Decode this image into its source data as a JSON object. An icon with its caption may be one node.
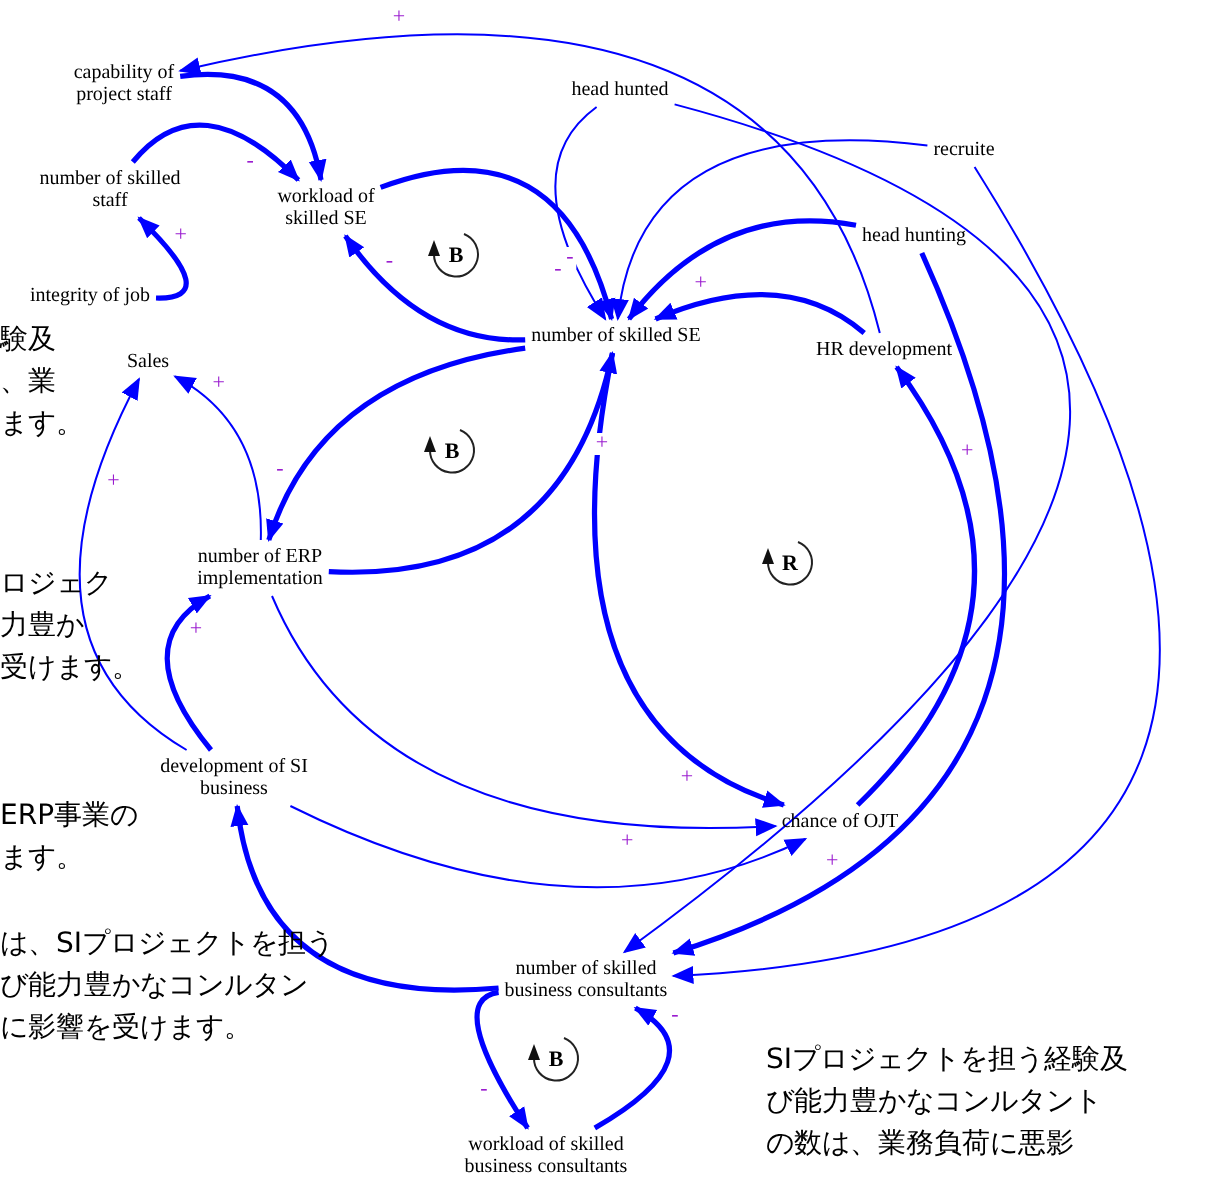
{
  "diagram": {
    "nodes": [
      {
        "text": [
          "capability of project staff"
        ]
      },
      {
        "text": [
          "number of skilled staff"
        ]
      },
      {
        "text": [
          "integrity of job"
        ]
      },
      {
        "text": [
          "workload of skilled SE"
        ]
      },
      {
        "text": [
          "head hunted"
        ]
      },
      {
        "text": [
          "recruite"
        ]
      },
      {
        "text": [
          "head hunting"
        ]
      },
      {
        "text": [
          "number of skilled SE"
        ]
      },
      {
        "text": [
          "HR development"
        ]
      },
      {
        "text": [
          "Sales"
        ]
      },
      {
        "text": [
          "number of ERP implementation"
        ]
      },
      {
        "text": [
          "development of SI business"
        ]
      },
      {
        "text": [
          "chance of OJT"
        ]
      },
      {
        "text": [
          "number of skilled business consultants"
        ]
      },
      {
        "text": [
          "workload of skilled business consultants"
        ]
      }
    ],
    "edges": [
      {
        "from": 8,
        "to": 0,
        "arrow": "to",
        "label": "+"
      },
      {
        "from": 0,
        "to": 3,
        "arrow": "to"
      },
      {
        "from": 1,
        "to": 3,
        "arrow": "to",
        "label": "-"
      },
      {
        "from": 2,
        "to": 1,
        "arrow": "to",
        "label": "+"
      },
      {
        "from": 3,
        "to": 7,
        "arrow": "to",
        "label": "-"
      },
      {
        "from": 7,
        "to": 3,
        "arrow": "to",
        "label": "-"
      },
      {
        "from": 4,
        "to": 7,
        "arrow": "to",
        "label": "-"
      },
      {
        "from": 5,
        "to": 7,
        "arrow": "to"
      },
      {
        "from": 6,
        "to": 7,
        "arrow": "to"
      },
      {
        "from": 8,
        "to": 7,
        "arrow": "to",
        "label": "+"
      },
      {
        "from": 7,
        "to": 10,
        "arrow": "to",
        "label": "-"
      },
      {
        "from": 10,
        "to": 7,
        "arrow": "to",
        "label": "+"
      },
      {
        "from": 7,
        "to": 12,
        "arrow": "to",
        "label": "+"
      },
      {
        "from": 12,
        "to": 8,
        "arrow": "to",
        "label": "+"
      },
      {
        "from": 10,
        "to": 9,
        "arrow": "to",
        "label": "+"
      },
      {
        "from": 11,
        "to": 9,
        "arrow": "to",
        "label": "+"
      },
      {
        "from": 11,
        "to": 10,
        "arrow": "to",
        "label": "+"
      },
      {
        "from": 10,
        "to": 12,
        "arrow": "to",
        "label": "+"
      },
      {
        "from": 11,
        "to": 12,
        "arrow": "to"
      },
      {
        "from": 13,
        "to": 11,
        "arrow": "to"
      },
      {
        "from": 13,
        "to": 14,
        "arrow": "to",
        "label": "-"
      },
      {
        "from": 14,
        "to": 13,
        "arrow": "to",
        "label": "-"
      },
      {
        "from": 6,
        "to": 13,
        "arrow": "to",
        "label": "+"
      },
      {
        "from": 5,
        "to": 13,
        "arrow": "to"
      },
      {
        "from": 4,
        "to": 13,
        "arrow": "to"
      }
    ],
    "labels": [
      "B",
      "B",
      "R",
      "B",
      "験及、業ます。",
      "ロジェク力豊か受けます。",
      "ERP事業のます。",
      "は、SIプロジェクトを担うび能力豊かなコンルタンに影響を受けます。",
      "SIプロジェクトを担う経験及び能力豊かなコンルタントの数は、業務負荷に悪影"
    ]
  }
}
